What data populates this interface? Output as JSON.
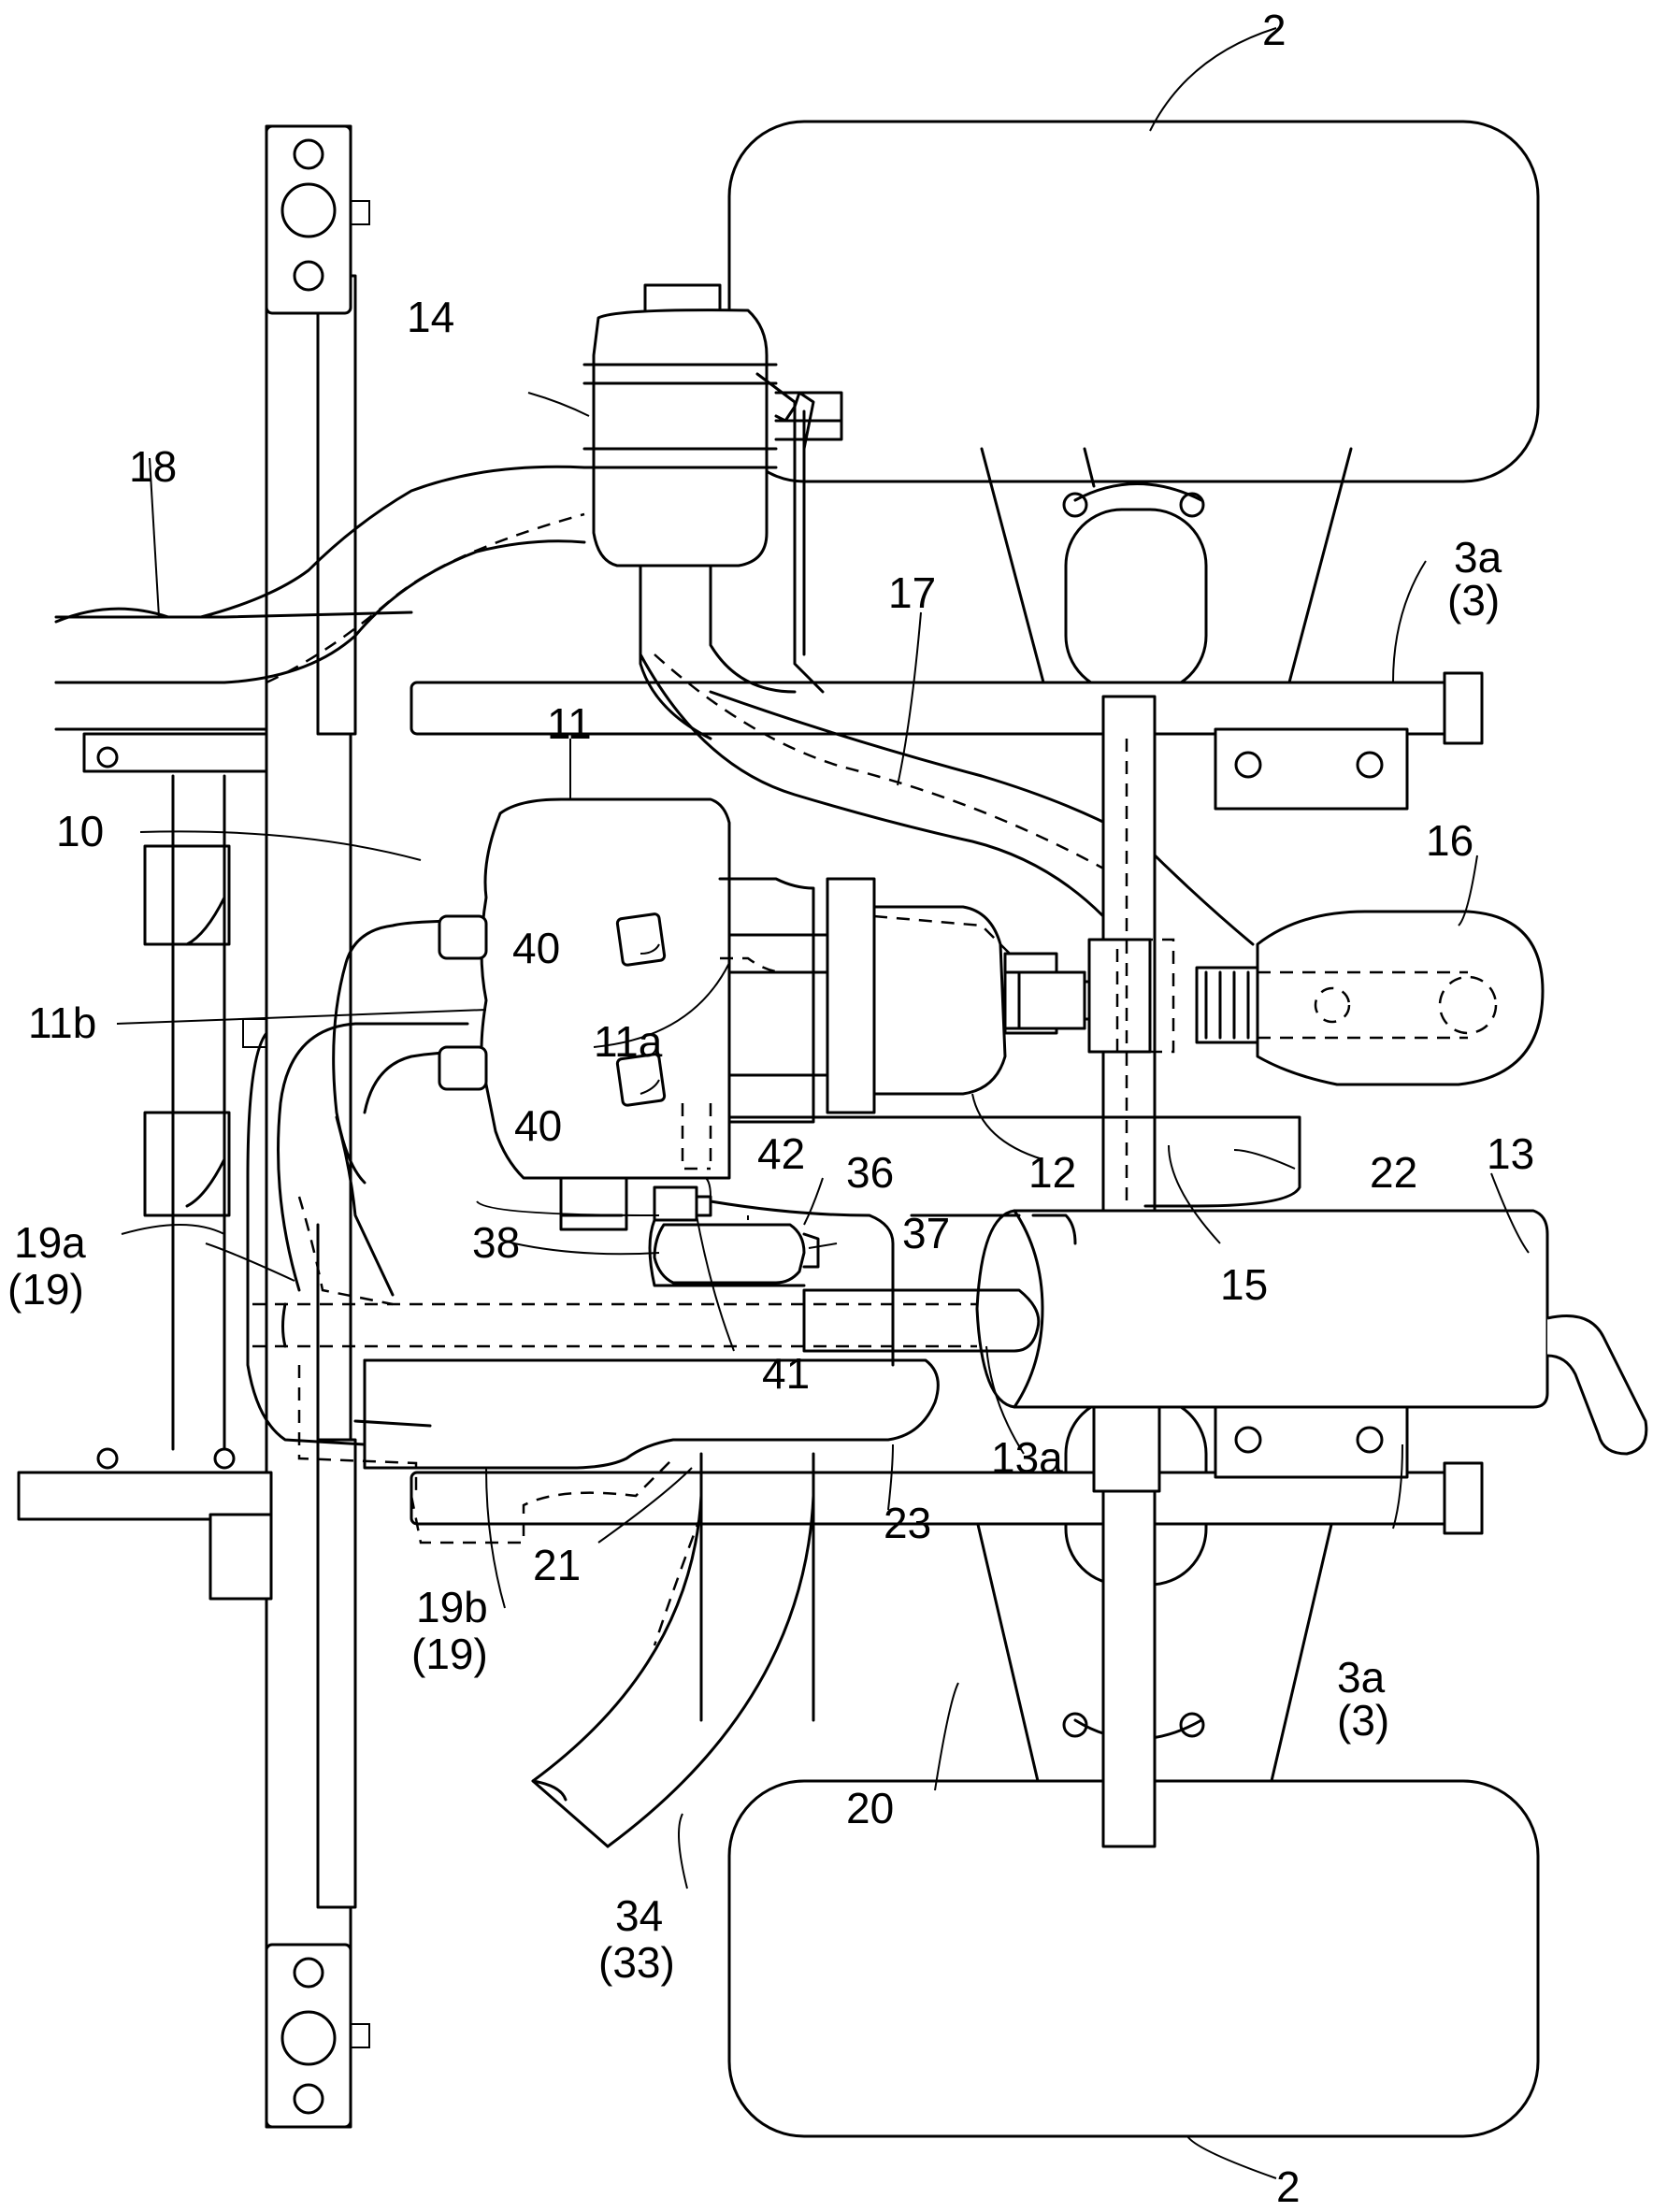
{
  "labels": {
    "l2_top": "2",
    "l2_bottom": "2",
    "l3a_top": "3a",
    "l3_top": "(3)",
    "l3a_bot": "3a",
    "l3_bot": "(3)",
    "l10": "10",
    "l11": "11",
    "l11a": "11a",
    "l11b": "11b",
    "l12": "12",
    "l13": "13",
    "l13a": "13a",
    "l14": "14",
    "l15": "15",
    "l16": "16",
    "l17": "17",
    "l18": "18",
    "l19a": "19a",
    "l19_a": "(19)",
    "l19b": "19b",
    "l19_b": "(19)",
    "l20": "20",
    "l21": "21",
    "l22": "22",
    "l23": "23",
    "l34": "34",
    "l33": "(33)",
    "l36": "36",
    "l37": "37",
    "l38": "38",
    "l40_top": "40",
    "l40_bot": "40",
    "l41": "41",
    "l42": "42"
  }
}
